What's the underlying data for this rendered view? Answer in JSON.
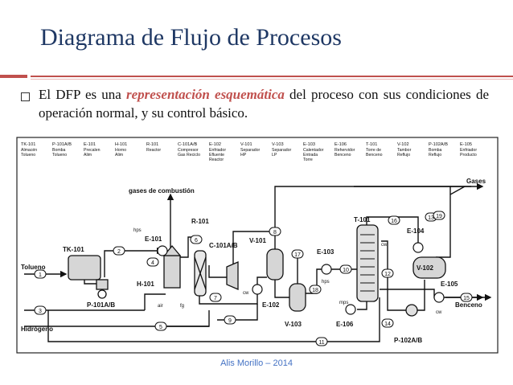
{
  "slide": {
    "title": "Diagrama de Flujo de Procesos",
    "bullet": {
      "before": "El DFP es una ",
      "emphasis": "representación esquemática",
      "after": " del proceso con sus condiciones de operación normal, y su control básico."
    },
    "footer": "Alis Morillo – 2014"
  },
  "diagram": {
    "legend": [
      {
        "tag": "TK-101",
        "desc": [
          "Almacén",
          "Tolueno"
        ]
      },
      {
        "tag": "P-101A/B",
        "desc": [
          "Bomba",
          "Tolueno"
        ]
      },
      {
        "tag": "E-101",
        "desc": [
          "Precalen",
          "Alim"
        ]
      },
      {
        "tag": "H-101",
        "desc": [
          "Horno",
          "Alim"
        ]
      },
      {
        "tag": "R-101",
        "desc": [
          "Reactor"
        ]
      },
      {
        "tag": "C-101A/B",
        "desc": [
          "Compresor",
          "Gas Reciclo"
        ]
      },
      {
        "tag": "E-102",
        "desc": [
          "Enfriador",
          "Efluente",
          "Reactor"
        ]
      },
      {
        "tag": "V-101",
        "desc": [
          "Separador",
          "HP"
        ]
      },
      {
        "tag": "V-103",
        "desc": [
          "Separador",
          "LP"
        ]
      },
      {
        "tag": "E-103",
        "desc": [
          "Calentador",
          "Entrada",
          "Torre"
        ]
      },
      {
        "tag": "E-106",
        "desc": [
          "Rehervidor",
          "Benceno"
        ]
      },
      {
        "tag": "T-101",
        "desc": [
          "Torre de",
          "Benceno"
        ]
      },
      {
        "tag": "V-102",
        "desc": [
          "Tambor",
          "Reflujo"
        ]
      },
      {
        "tag": "P-102A/B",
        "desc": [
          "Bomba",
          "Reflujo"
        ]
      },
      {
        "tag": "E-105",
        "desc": [
          "Enfriador",
          "Producto"
        ]
      }
    ],
    "labels": {
      "gases_combustion": "gases de combustión",
      "gases": "Gases",
      "tolueno": "Tolueno",
      "hidrogeno": "Hidrógeno",
      "benceno": "Benceno",
      "tk101": "TK-101",
      "p101": "P-101A/B",
      "e101": "E-101",
      "h101": "H-101",
      "r101": "R-101",
      "c101": "C-101A/B",
      "v101": "V-101",
      "e102": "E-102",
      "v103": "V-103",
      "e103": "E-103",
      "e106": "E-106",
      "t101": "T-101",
      "e104": "E-104",
      "v102": "V-102",
      "e105": "E-105",
      "p102": "P-102A/B",
      "hps": "hps",
      "mps": "mps",
      "cw": "cw",
      "air": "air",
      "fg": "fg"
    },
    "streams": [
      "1",
      "2",
      "3",
      "4",
      "5",
      "6",
      "7",
      "8",
      "9",
      "10",
      "11",
      "12",
      "13",
      "14",
      "15",
      "16",
      "17",
      "18",
      "19"
    ]
  }
}
